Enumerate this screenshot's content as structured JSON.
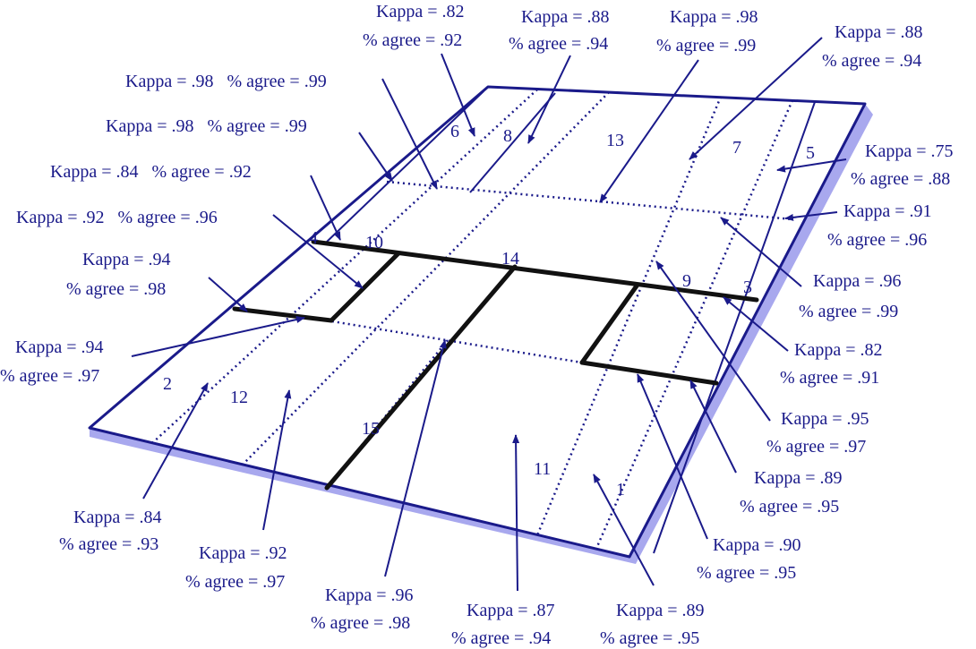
{
  "zones": [
    "1",
    "2",
    "3",
    "4",
    "5",
    "6",
    "7",
    "8",
    "9",
    "10",
    "11",
    "12",
    "13",
    "14",
    "15"
  ],
  "annotations": [
    {
      "id": "court-left-sideline-top",
      "kappa": "Kappa = .98",
      "agree": "% agree = .99"
    },
    {
      "id": "court-6",
      "kappa": "Kappa = .82",
      "agree": "% agree = .92"
    },
    {
      "id": "court-8",
      "kappa": "Kappa = .88",
      "agree": "% agree = .94"
    },
    {
      "id": "court-13",
      "kappa": "Kappa = .98",
      "agree": "% agree = .99"
    },
    {
      "id": "court-7",
      "kappa": "Kappa = .88",
      "agree": "% agree = .94"
    },
    {
      "id": "left-service-top",
      "kappa": "Kappa = .98",
      "agree": "% agree = .99"
    },
    {
      "id": "court-5",
      "kappa": "Kappa = .75",
      "agree": "% agree = .88"
    },
    {
      "id": "left-4",
      "kappa": "Kappa = .84",
      "agree": "% agree = .92"
    },
    {
      "id": "right-service-line",
      "kappa": "Kappa = .91",
      "agree": "% agree = .96"
    },
    {
      "id": "left-10",
      "kappa": "Kappa = .92",
      "agree": "% agree = .96"
    },
    {
      "id": "right-3",
      "kappa": "Kappa = .96",
      "agree": "% agree = .99"
    },
    {
      "id": "left-net",
      "kappa": "Kappa = .94",
      "agree": "% agree = .98"
    },
    {
      "id": "right-9",
      "kappa": "Kappa = .82",
      "agree": "% agree = .91"
    },
    {
      "id": "left-service-bottom",
      "kappa": "Kappa = .94",
      "agree": "% agree = .97"
    },
    {
      "id": "right-net",
      "kappa": "Kappa = .95",
      "agree": "% agree = .97"
    },
    {
      "id": "right-lower-net",
      "kappa": "Kappa = .89",
      "agree": "% agree = .95"
    },
    {
      "id": "bottom-2",
      "kappa": "Kappa = .84",
      "agree": "% agree = .93"
    },
    {
      "id": "bottom-right-1",
      "kappa": "Kappa = .90",
      "agree": "% agree = .95"
    },
    {
      "id": "bottom-12",
      "kappa": "Kappa = .92",
      "agree": "% agree = .97"
    },
    {
      "id": "bottom-15",
      "kappa": "Kappa = .96",
      "agree": "% agree = .98"
    },
    {
      "id": "bottom-11",
      "kappa": "Kappa = .87",
      "agree": "% agree = .94"
    },
    {
      "id": "bottom-1",
      "kappa": "Kappa = .89",
      "agree": "% agree = .95"
    }
  ],
  "colors": {
    "ink": "#1a1a8a",
    "shadow": "#a8a8ee",
    "thick": "#111111"
  }
}
